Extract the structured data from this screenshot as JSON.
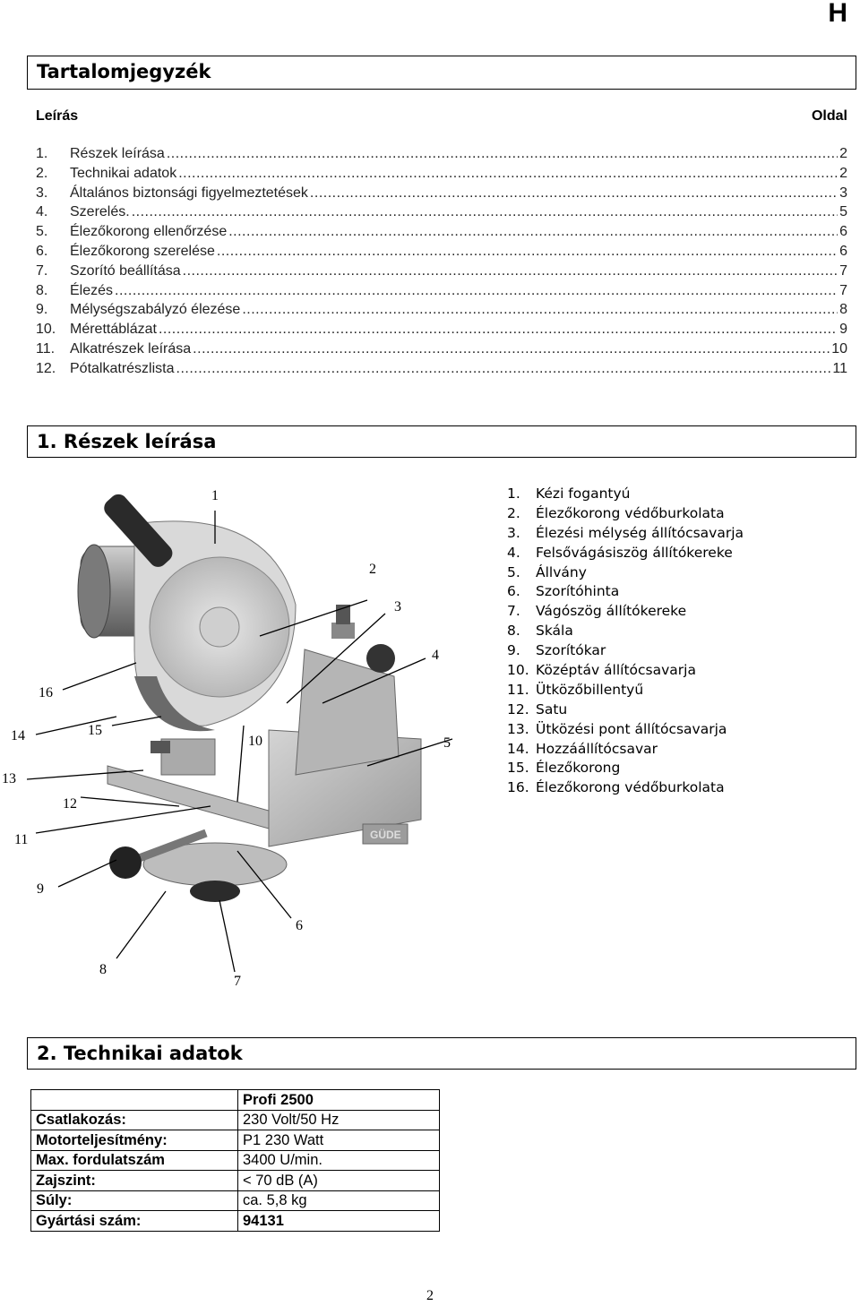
{
  "header": {
    "corner_letter": "H"
  },
  "toc": {
    "title": "Tartalomjegyzék",
    "col_left": "Leírás",
    "col_right": "Oldal",
    "items": [
      {
        "num": "1.",
        "title": "Részek leírása",
        "page": "2"
      },
      {
        "num": "2.",
        "title": "Technikai adatok",
        "page": "2"
      },
      {
        "num": "3.",
        "title": "Általános biztonsági figyelmeztetések",
        "page": "3"
      },
      {
        "num": "4.",
        "title": "Szerelés.",
        "page": "5"
      },
      {
        "num": "5.",
        "title": "Élezőkorong ellenőrzése",
        "page": "6"
      },
      {
        "num": "6.",
        "title": "Élezőkorong szerelése",
        "page": "6"
      },
      {
        "num": "7.",
        "title": "Szorító beállítása",
        "page": "7"
      },
      {
        "num": "8.",
        "title": "Élezés",
        "page": "7"
      },
      {
        "num": "9.",
        "title": "Mélységszabályzó élezése",
        "page": "8"
      },
      {
        "num": "10.",
        "title": "Mérettáblázat",
        "page": "9"
      },
      {
        "num": "11.",
        "title": "Alkatrészek leírása",
        "page": "10"
      },
      {
        "num": "12.",
        "title": "Pótalkatrészlista",
        "page": "11"
      }
    ]
  },
  "parts": {
    "title": "1. Részek leírása",
    "figure_callouts": [
      "1",
      "2",
      "3",
      "4",
      "5",
      "16",
      "14",
      "15",
      "10",
      "13",
      "12",
      "11",
      "9",
      "6",
      "8",
      "7"
    ],
    "brand_plate": "GÜDE",
    "items": [
      {
        "num": "1.",
        "label": "Kézi fogantyú"
      },
      {
        "num": "2.",
        "label": "Élezőkorong védőburkolata"
      },
      {
        "num": "3.",
        "label": "Élezési mélység állítócsavarja"
      },
      {
        "num": "4.",
        "label": "Felsővágásiszög állítókereke"
      },
      {
        "num": "5.",
        "label": "Állvány"
      },
      {
        "num": "6.",
        "label": "Szorítóhinta"
      },
      {
        "num": "7.",
        "label": "Vágószög állítókereke"
      },
      {
        "num": "8.",
        "label": "Skála"
      },
      {
        "num": "9.",
        "label": "Szorítókar"
      },
      {
        "num": "10.",
        "label": "Középtáv állítócsavarja"
      },
      {
        "num": "11.",
        "label": "Ütközőbillentyű"
      },
      {
        "num": "12.",
        "label": "Satu"
      },
      {
        "num": "13.",
        "label": "Ütközési pont állítócsavarja"
      },
      {
        "num": "14.",
        "label": "Hozzáállítócsavar"
      },
      {
        "num": "15.",
        "label": "Élezőkorong"
      },
      {
        "num": "16.",
        "label": "Élezőkorong védőburkolata"
      }
    ]
  },
  "tech": {
    "title": "2. Technikai adatok",
    "model": "Profi 2500",
    "rows": [
      {
        "key": "Csatlakozás:",
        "value": "230 Volt/50 Hz"
      },
      {
        "key": "Motorteljesítmény:",
        "value": "P1 230 Watt"
      },
      {
        "key": "Max. fordulatszám",
        "value": "3400 U/min."
      },
      {
        "key": "Zajszint:",
        "value": "< 70 dB (A)"
      },
      {
        "key": "Súly:",
        "value": "ca. 5,8 kg"
      },
      {
        "key": "Gyártási szám:",
        "value": "94131"
      }
    ]
  },
  "footer": {
    "page_number": "2"
  }
}
